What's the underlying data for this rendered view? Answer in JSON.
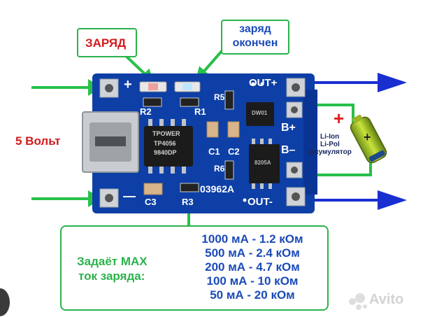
{
  "labels": {
    "charging": "ЗАРЯД",
    "charged_line1": "заряд",
    "charged_line2": "окончен",
    "voltage": "5 Вольт",
    "battery_line1": "Li-Ion",
    "battery_line2": "Li-Pol",
    "battery_line3": "аккумулятор",
    "battery_plus": "+",
    "battery_cell_plus": "+",
    "max_current_line1": "Задаёт MAX",
    "max_current_line2": "ток заряда:"
  },
  "board": {
    "plus": "+",
    "minus": "—",
    "out_plus": "OUT+",
    "out_minus": "OUT-",
    "b_plus": "B+",
    "b_minus": "B–",
    "r1": "R1",
    "r2": "R2",
    "r3": "R3",
    "r5": "R5",
    "r6": "R6",
    "c1": "C1",
    "c2": "C2",
    "c3": "C3",
    "pcb_code": "03962A",
    "chip_line1": "TPOWER",
    "chip_line2": "TP4056",
    "chip_line3": "9840DP",
    "fet_label": "DW01",
    "fet2_label": "8205A"
  },
  "resistor_table": [
    "1000 мА - 1.2 кОм",
    "500 мА - 2.4 кОм",
    "200 мА - 4.7 кОм",
    "100 мА - 10 кОм",
    "50 мА - 20 кОм"
  ],
  "watermark": "Avito",
  "colors": {
    "pcb": "#0d3fa6",
    "green_arrow": "#27c04a",
    "blue_arrow": "#1a2fd0",
    "red_text": "#d31b1b",
    "blue_text": "#1b4bb8",
    "green_text": "#2bb24c"
  }
}
